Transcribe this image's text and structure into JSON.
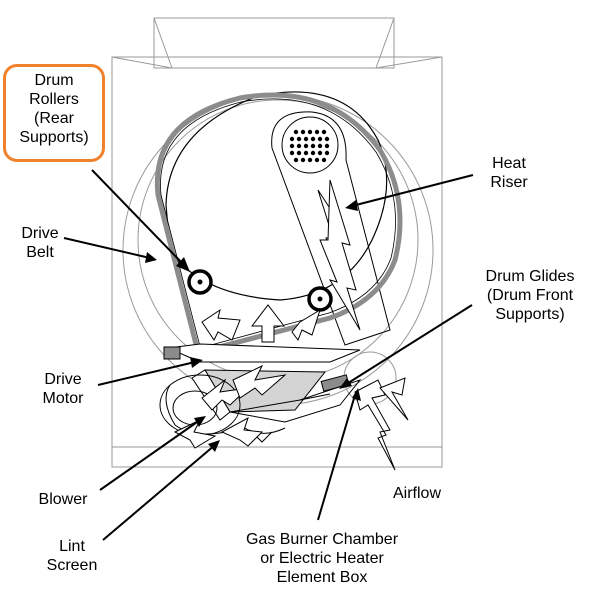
{
  "labels": {
    "drum_rollers": [
      "Drum",
      "Rollers",
      "(Rear",
      "Supports)"
    ],
    "heat_riser": [
      "Heat",
      "Riser"
    ],
    "drive_belt": [
      "Drive",
      "Belt"
    ],
    "drum_glides": [
      "Drum Glides",
      "(Drum Front",
      "Supports)"
    ],
    "drive_motor": [
      "Drive",
      "Motor"
    ],
    "blower": [
      "Blower"
    ],
    "airflow": [
      "Airflow"
    ],
    "lint_screen": [
      "Lint",
      "Screen"
    ],
    "heater": [
      "Gas Burner Chamber",
      "or Electric Heater",
      "Element Box"
    ]
  },
  "colors": {
    "highlight": "#f0822d",
    "line": "#000000",
    "faint": "#9a9a9a",
    "belt": "#8c8c8c",
    "airflow_fill": "#ffffff"
  }
}
